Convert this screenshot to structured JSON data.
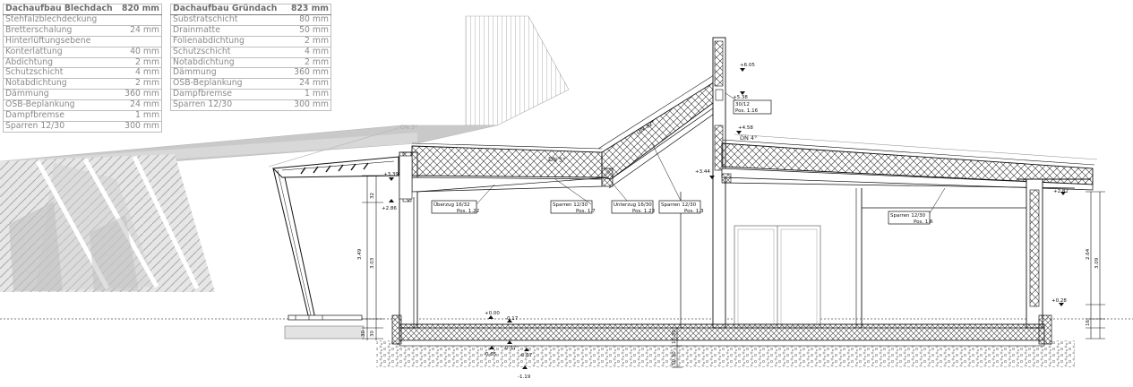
{
  "table_blechdach": {
    "header": {
      "name": "Dachaufbau Blechdach",
      "value": "820 mm"
    },
    "rows": [
      {
        "name": "Stehfalzblechdeckung",
        "value": ""
      },
      {
        "name": "Bretterschalung",
        "value": "24 mm"
      },
      {
        "name": "Hinterlüftungsebene",
        "value": ""
      },
      {
        "name": "Konterlattung",
        "value": "40 mm"
      },
      {
        "name": "Abdichtung",
        "value": "2 mm"
      },
      {
        "name": "Schutzschicht",
        "value": "4 mm"
      },
      {
        "name": "Notabdichtung",
        "value": "2 mm"
      },
      {
        "name": "Dämmung",
        "value": "360 mm"
      },
      {
        "name": "OSB-Beplankung",
        "value": "24 mm"
      },
      {
        "name": "Dampfbremse",
        "value": "1 mm"
      },
      {
        "name": "Sparren 12/30",
        "value": "300 mm"
      }
    ]
  },
  "table_gruendach": {
    "header": {
      "name": "Dachaufbau Gründach",
      "value": "823 mm"
    },
    "rows": [
      {
        "name": "Substratschicht",
        "value": "80 mm"
      },
      {
        "name": "Drainmatte",
        "value": "50 mm"
      },
      {
        "name": "Folienabdichtung",
        "value": "2 mm"
      },
      {
        "name": "Schutzschicht",
        "value": "4 mm"
      },
      {
        "name": "Notabdichtung",
        "value": "2 mm"
      },
      {
        "name": "Dämmung",
        "value": "360 mm"
      },
      {
        "name": "OSB-Beplankung",
        "value": "24 mm"
      },
      {
        "name": "Dampfbremse",
        "value": "1 mm"
      },
      {
        "name": "Sparren 12/30",
        "value": "300 mm"
      }
    ]
  },
  "slopes": {
    "dn3": "DN 3°",
    "dn5": "DN 5°",
    "dn32": "DN 32°",
    "dn4": "DN 4°"
  },
  "labels": {
    "ueberzug": {
      "line1": "Überzug 16/32",
      "line2": "Pos. 1.22"
    },
    "sparren1": {
      "line1": "Sparren 12/30",
      "line2": "Pos. 1.7"
    },
    "unterzug": {
      "line1": "Unterzug 16/30",
      "line2": "Pos. 1.23"
    },
    "sparren2": {
      "line1": "Sparren 12/30",
      "line2": "Pos. 1.3"
    },
    "balken": {
      "line1": "30/12",
      "line2": "Pos. 1.16"
    },
    "sparren3": {
      "line1": "Sparren 12/30",
      "line2": "Pos. 1.6"
    }
  },
  "levels": {
    "l339": "+3.39",
    "l286": "+2.86",
    "l000": "+0.00",
    "l017": "-0.17",
    "l605": "+6.05",
    "l538": "+5.38",
    "l458": "+4.58",
    "l344": "+3.44",
    "l282": "+2.82",
    "l028": "+0.28",
    "lm065": "-0.65",
    "lm037": "-0.37",
    "lm067": "-0.67",
    "lm119": "-1.19"
  },
  "dims": {
    "d349": "3.49",
    "d303": "3.03",
    "d32": "32",
    "d16": "16",
    "d30a": "30",
    "d30b": "30",
    "d264": "2.64",
    "d309": "3.09",
    "d1630": "16,30",
    "d5030": "50,30"
  }
}
